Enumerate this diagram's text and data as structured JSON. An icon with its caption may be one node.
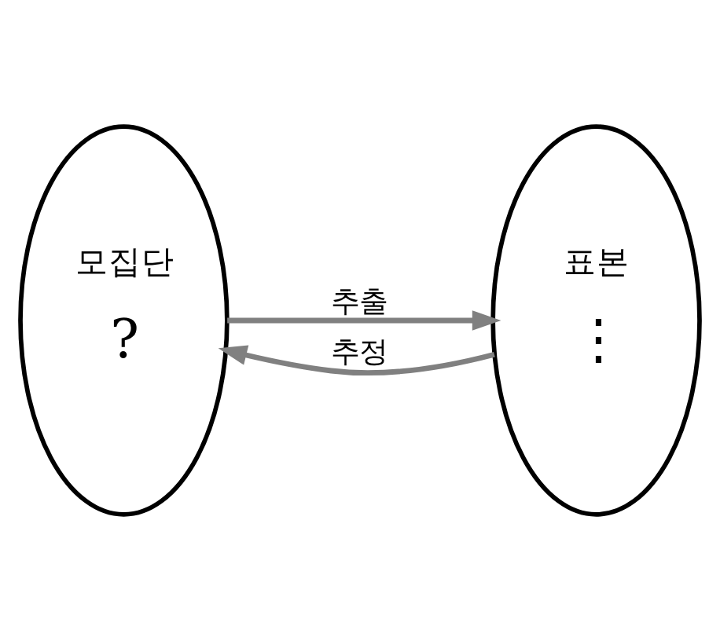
{
  "diagram": {
    "nodes": [
      {
        "text": [
          "모집단",
          "?"
        ]
      },
      {
        "text": [
          "표본",
          "⋮"
        ]
      }
    ],
    "edges": [
      {
        "from": 0,
        "to": 1,
        "arrow": "to",
        "label": "추출",
        "color": "#808080"
      },
      {
        "from": 1,
        "to": 0,
        "arrow": "to",
        "label": "추정",
        "color": "#808080"
      }
    ]
  }
}
